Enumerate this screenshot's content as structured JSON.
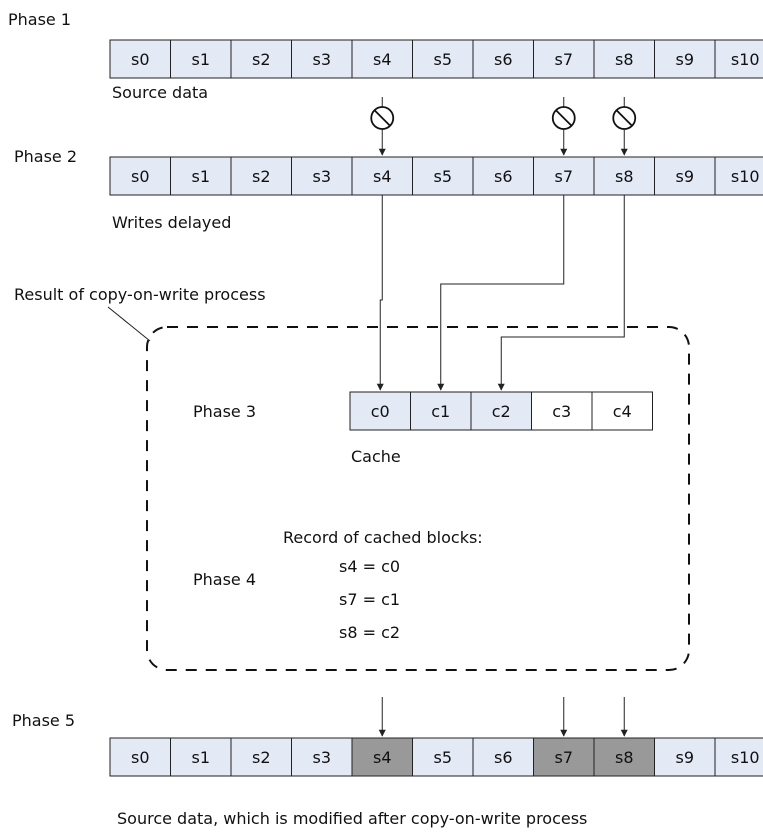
{
  "phases": {
    "p1": "Phase 1",
    "p2": "Phase 2",
    "p3": "Phase 3",
    "p4": "Phase 4",
    "p5": "Phase 5"
  },
  "labels": {
    "source_data": "Source data",
    "writes_delayed": "Writes delayed",
    "result": "Result of copy-on-write process",
    "cache": "Cache",
    "record_title": "Record of cached blocks:",
    "record_lines": [
      "s4 = c0",
      "s7 = c1",
      "s8 = c2"
    ],
    "bottom_caption": "Source data, which is modified after copy-on-write process"
  },
  "source_blocks": [
    "s0",
    "s1",
    "s2",
    "s3",
    "s4",
    "s5",
    "s6",
    "s7",
    "s8",
    "s9",
    "s10"
  ],
  "cache_blocks": [
    "c0",
    "c1",
    "c2",
    "c3",
    "c4"
  ],
  "modified_blocks": [
    "s4",
    "s7",
    "s8"
  ],
  "colors": {
    "cell_fill": "#e3e9f5",
    "modified_fill": "#999999",
    "cache_fill_used": "#e3e9f5",
    "cache_fill_free": "#ffffff",
    "stroke": "#222222"
  },
  "icons": [
    "no-write-icon",
    "no-write-icon",
    "no-write-icon"
  ]
}
